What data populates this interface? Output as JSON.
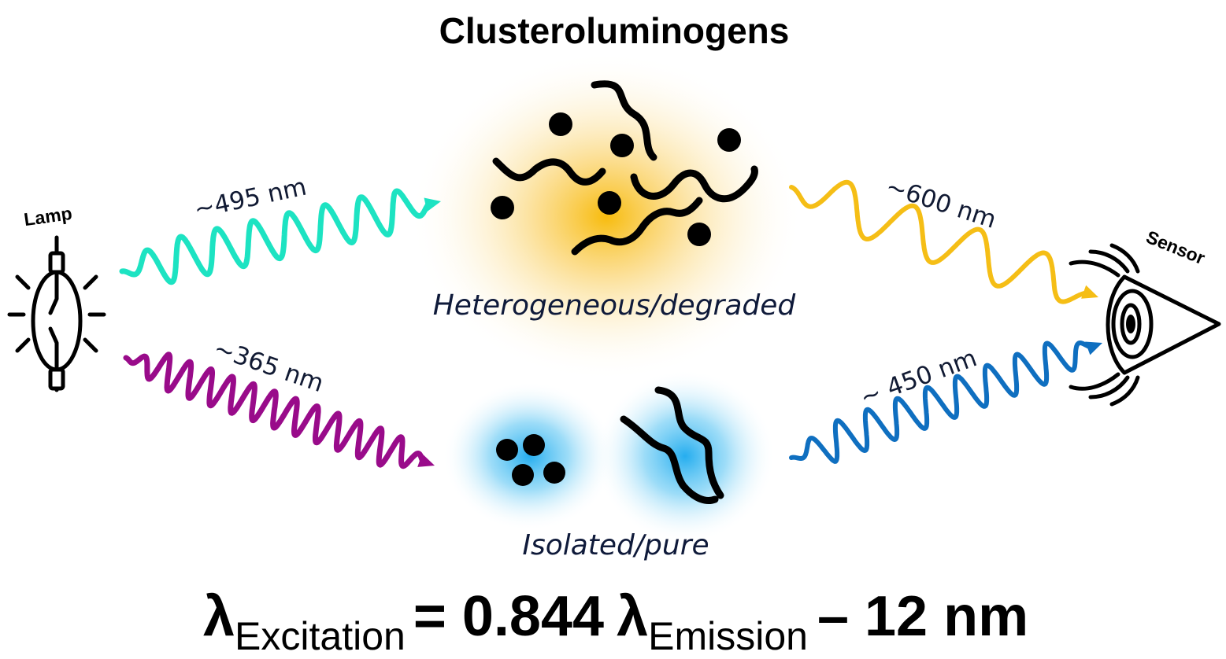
{
  "title": "Clusteroluminogens",
  "labels": {
    "lamp": "Lamp",
    "sensor": "Sensor"
  },
  "waves": {
    "excitation_a": "~495 nm",
    "excitation_b": "~365 nm",
    "emission_a": "~600 nm",
    "emission_b": "~ 450 nm"
  },
  "states": {
    "upper": "Heterogeneous/degraded",
    "lower": "Isolated/pure"
  },
  "equation": {
    "lambda": "λ",
    "sub_excitation": "Excitation",
    "middle": "= 0.844",
    "sub_emission": "Emission",
    "tail": "– 12 nm"
  },
  "colors": {
    "wave_495": "#1de3c2",
    "wave_365": "#990b8a",
    "wave_600": "#f5be16",
    "wave_450": "#0f6fc0",
    "glow_upper": "#f7b800",
    "glow_lower": "#1aa9ee"
  },
  "icons": {
    "lamp": "lamp-icon",
    "sensor": "eye-icon"
  }
}
